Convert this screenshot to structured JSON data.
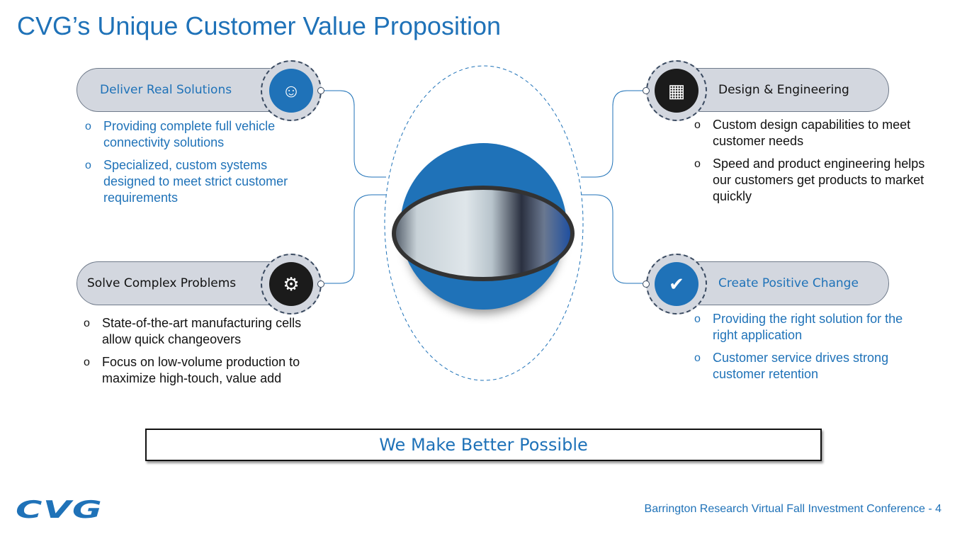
{
  "title": "CVG’s Unique Customer Value Proposition",
  "colors": {
    "accent": "#1f72b8",
    "pill": "#d3d7df",
    "dark": "#1b1b1b"
  },
  "sections": [
    {
      "label": "Deliver Real Solutions",
      "icon": "head-lightbulb-icon",
      "bullets": [
        "Providing complete full vehicle connectivity solutions",
        "Specialized, custom systems designed to meet strict customer requirements"
      ]
    },
    {
      "label": "Design & Engineering",
      "icon": "blueprint-icon",
      "bullets": [
        "Custom design capabilities to meet customer needs",
        "Speed and product engineering helps our customers get products to market quickly"
      ]
    },
    {
      "label": "Solve Complex Problems",
      "icon": "person-gear-icon",
      "bullets": [
        "State-of-the-art manufacturing cells allow quick changeovers",
        "Focus on low-volume production to maximize high-touch, value add"
      ]
    },
    {
      "label": "Create Positive Change",
      "icon": "network-check-icon",
      "bullets": [
        "Providing the right solution for the right application",
        "Customer service drives strong customer retention"
      ]
    }
  ],
  "tagline": "We Make Better Possible",
  "logo": "CVG",
  "footer": "Barrington Research Virtual Fall Investment Conference - 4"
}
